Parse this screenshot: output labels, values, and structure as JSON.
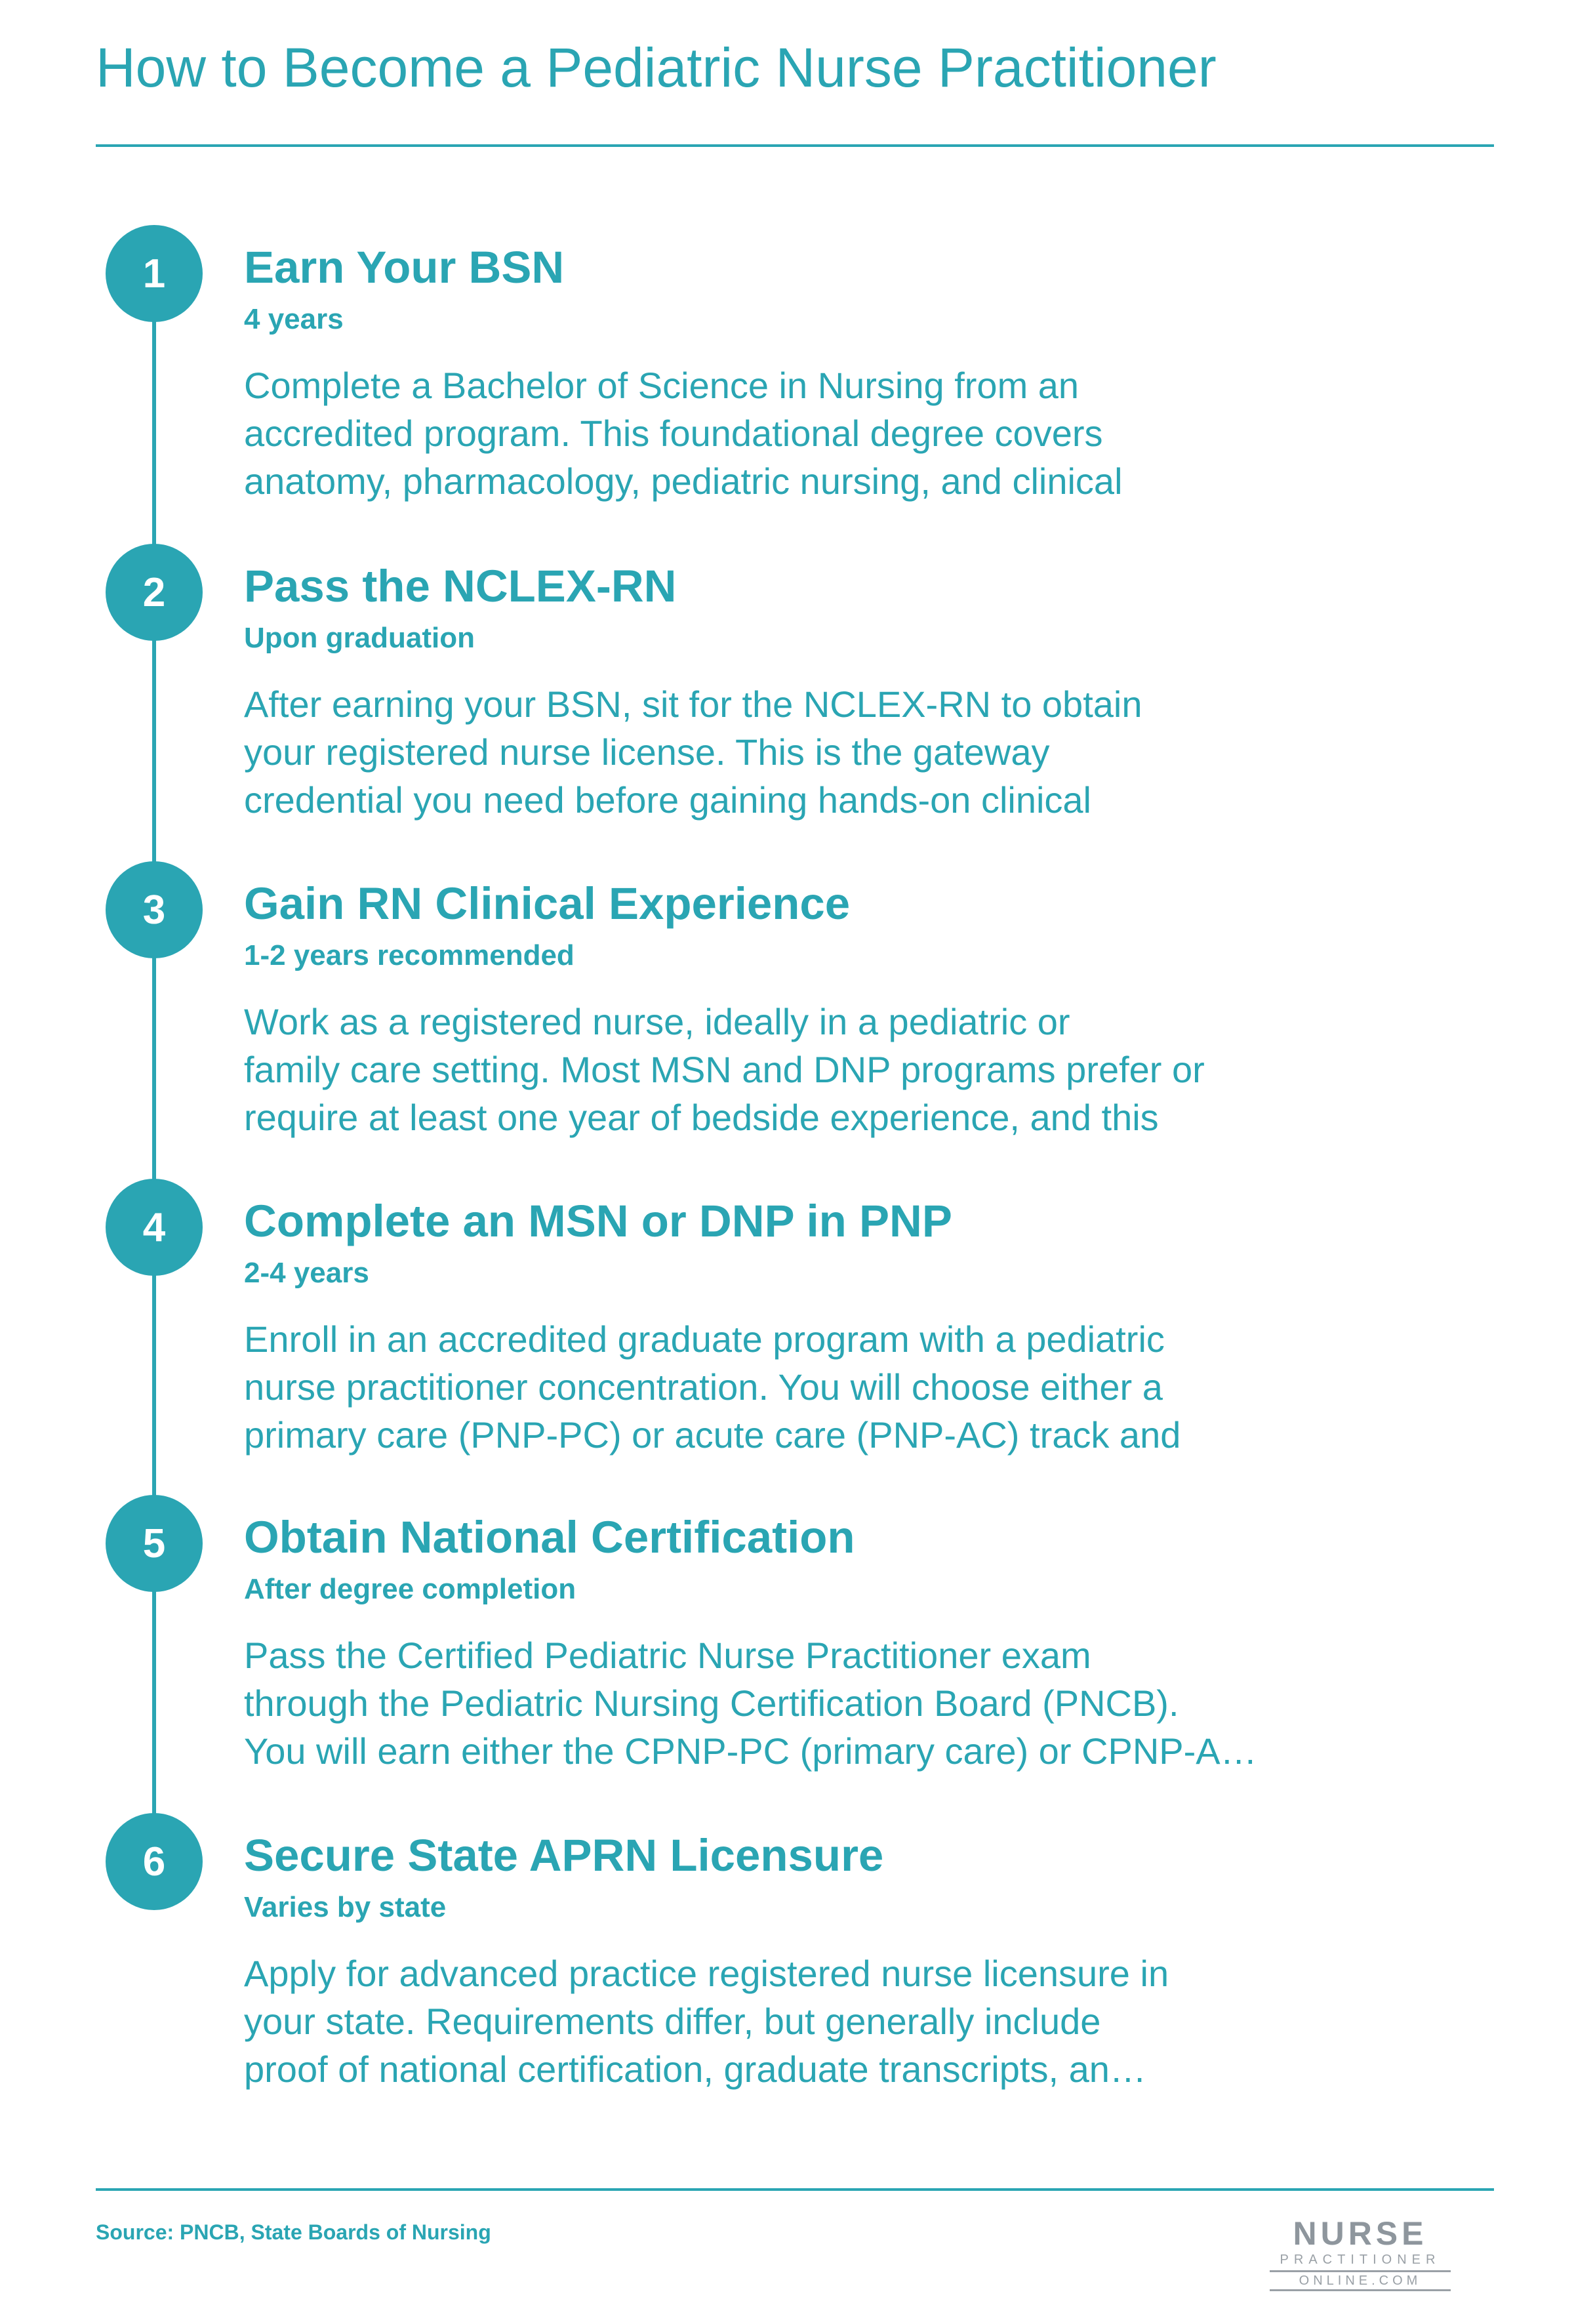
{
  "title": "How to Become a Pediatric Nurse Practitioner",
  "steps": [
    {
      "number": "1",
      "title": "Earn Your BSN",
      "duration": "4 years",
      "lines": [
        "Complete a Bachelor of Science in Nursing from an",
        "accredited program. This foundational degree covers",
        "anatomy, pharmacology, pediatric nursing, and clinical"
      ]
    },
    {
      "number": "2",
      "title": "Pass the NCLEX-RN",
      "duration": "Upon graduation",
      "lines": [
        "After earning your BSN, sit for the NCLEX-RN to obtain",
        "your registered nurse license. This is the gateway",
        "credential you need before gaining hands-on clinical"
      ]
    },
    {
      "number": "3",
      "title": "Gain RN Clinical Experience",
      "duration": "1-2 years recommended",
      "lines": [
        "Work as a registered nurse, ideally in a pediatric or",
        "family care setting. Most MSN and DNP programs prefer or",
        "require at least one year of bedside experience, and this"
      ]
    },
    {
      "number": "4",
      "title": "Complete an MSN or DNP in PNP",
      "duration": "2-4 years",
      "lines": [
        "Enroll in an accredited graduate program with a pediatric",
        "nurse practitioner concentration. You will choose either a",
        "primary care (PNP-PC) or acute care (PNP-AC) track and"
      ]
    },
    {
      "number": "5",
      "title": "Obtain National Certification",
      "duration": "After degree completion",
      "lines": [
        "Pass the Certified Pediatric Nurse Practitioner exam",
        "through the Pediatric Nursing Certification Board (PNCB).",
        "You will earn either the CPNP-PC (primary care) or CPNP-A…"
      ]
    },
    {
      "number": "6",
      "title": "Secure State APRN Licensure",
      "duration": "Varies by state",
      "lines": [
        "Apply for advanced practice registered nurse licensure in",
        "your state. Requirements differ, but generally include",
        "proof of national certification, graduate transcripts, an…"
      ]
    }
  ],
  "footer": {
    "source": "Source: PNCB, State Boards of Nursing",
    "logo_text": {
      "main": "NURSE",
      "sub": "PRACTITIONER",
      "domain": "ONLINE.COM"
    }
  },
  "colors": {
    "accent": "#2aa5b3",
    "logo_gray": "#8e969d",
    "background": "#ffffff"
  }
}
